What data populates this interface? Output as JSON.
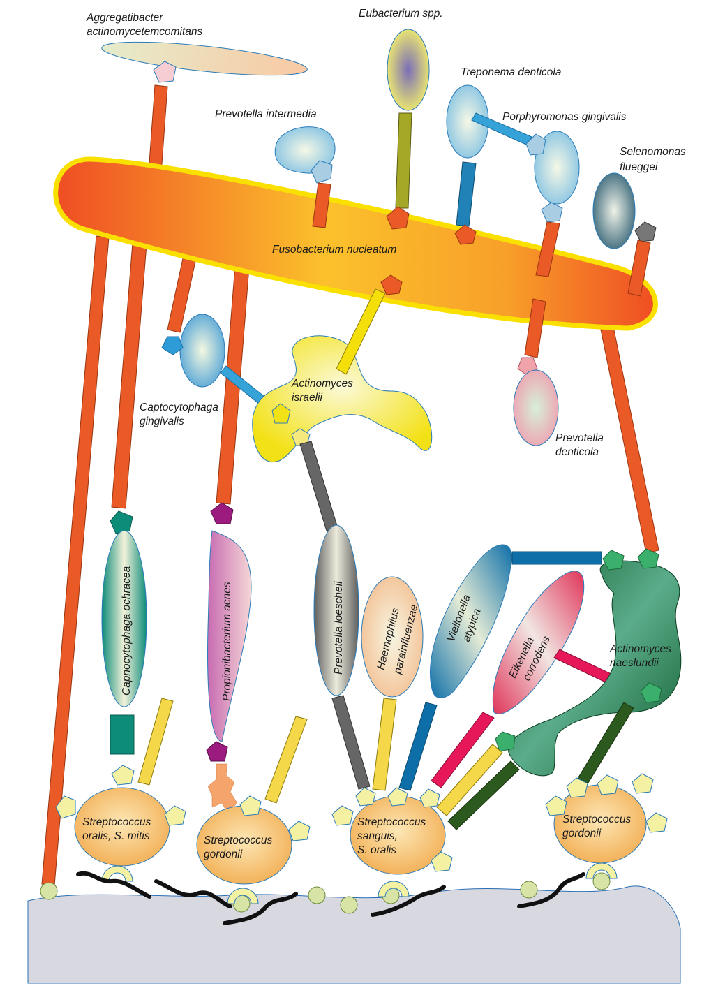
{
  "colors": {
    "adhesin_orange": "#e95a27",
    "receptor_yellow": "#f5e08a",
    "tooth_surface": "#d8d9e0",
    "pellicle_circle": "#d7e4a6",
    "fuso_gradient_start": "#ef4d24",
    "fuso_gradient_end": "#fbc12c",
    "fuso_outline": "#f9e000"
  },
  "labels": {
    "aggregatibacter_line1": "Aggregatibacter",
    "aggregatibacter_line2": "actinomycetemcomitans",
    "eubacterium": "Eubacterium spp.",
    "treponema": "Treponema denticola",
    "porphyromonas": "Porphyromonas gingivalis",
    "prevotella_intermedia": "Prevotella intermedia",
    "selenomonas_line1": "Selenomonas",
    "selenomonas_line2": "flueggei",
    "fusobacterium": "Fusobacterium nucleatum",
    "actinomyces_israelii_line1": "Actinomyces",
    "actinomyces_israelii_line2": "israelii",
    "capnocytophaga_gingivalis_line1": "Captocytophaga",
    "capnocytophaga_gingivalis_line2": "gingivalis",
    "prevotella_denticola_line1": "Prevotella",
    "prevotella_denticola_line2": "denticola",
    "capnocytophaga_ochracea": "Capnocytophaga ochracea",
    "propionibacterium": "Propionibacterium acnes",
    "prevotella_loescheii": "Prevotella loescheii",
    "haemophilus_line1": "Haemophilus",
    "haemophilus_line2": "parainfluenzae",
    "viellonella_line1": "Viellonella",
    "viellonella_line2": "atypica",
    "eikenella_line1": "Eikenella",
    "eikenella_line2": "corrodens",
    "actinomyces_naeslundii_line1": "Actinomyces",
    "actinomyces_naeslundii_line2": "naeslundii",
    "strep_oralis_line1": "Streptococcus",
    "strep_oralis_line2": "oralis, S. mitis",
    "strep_gordonii_1_line1": "Streptococcus",
    "strep_gordonii_1_line2": "gordonii",
    "strep_sanguis_line1": "Streptococcus",
    "strep_sanguis_line2": "sanguis,",
    "strep_sanguis_line3": "S. oralis",
    "strep_gordonii_2_line1": "Streptococcus",
    "strep_gordonii_2_line2": "gordonii"
  }
}
